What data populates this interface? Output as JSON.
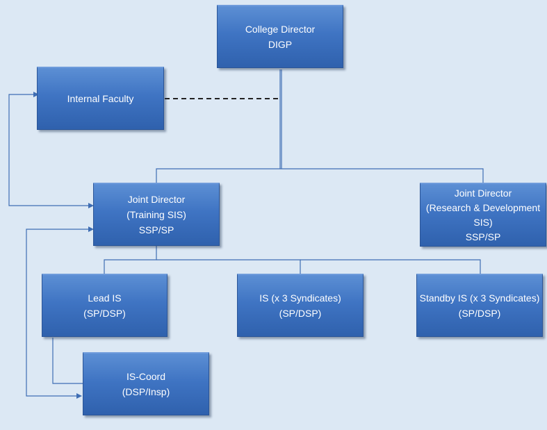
{
  "nodes": {
    "college_director": {
      "line1": "College Director",
      "line2": "DIGP"
    },
    "internal_faculty": {
      "line1": "Internal Faculty"
    },
    "jd_training": {
      "line1": "Joint Director",
      "line2": "(Training SIS)",
      "line3": "SSP/SP"
    },
    "jd_research": {
      "line1": "Joint Director",
      "line2": "(Research & Development",
      "line3": "SIS)",
      "line4": "SSP/SP"
    },
    "lead_is": {
      "line1": "Lead IS",
      "line2": "(SP/DSP)"
    },
    "is_syndicates": {
      "line1": "IS (x 3 Syndicates)",
      "line2": "(SP/DSP)"
    },
    "standby_is": {
      "line1": "Standby IS (x 3 Syndicates)",
      "line2": "(SP/DSP)"
    },
    "is_coord": {
      "line1": "IS-Coord",
      "line2": "(DSP/Insp)"
    }
  },
  "colors": {
    "box_top": "#5c8fd4",
    "box_bottom": "#2f61ad",
    "connector": "#3e6db3",
    "background": "#dce8f4",
    "dashed_link": "#222222"
  }
}
